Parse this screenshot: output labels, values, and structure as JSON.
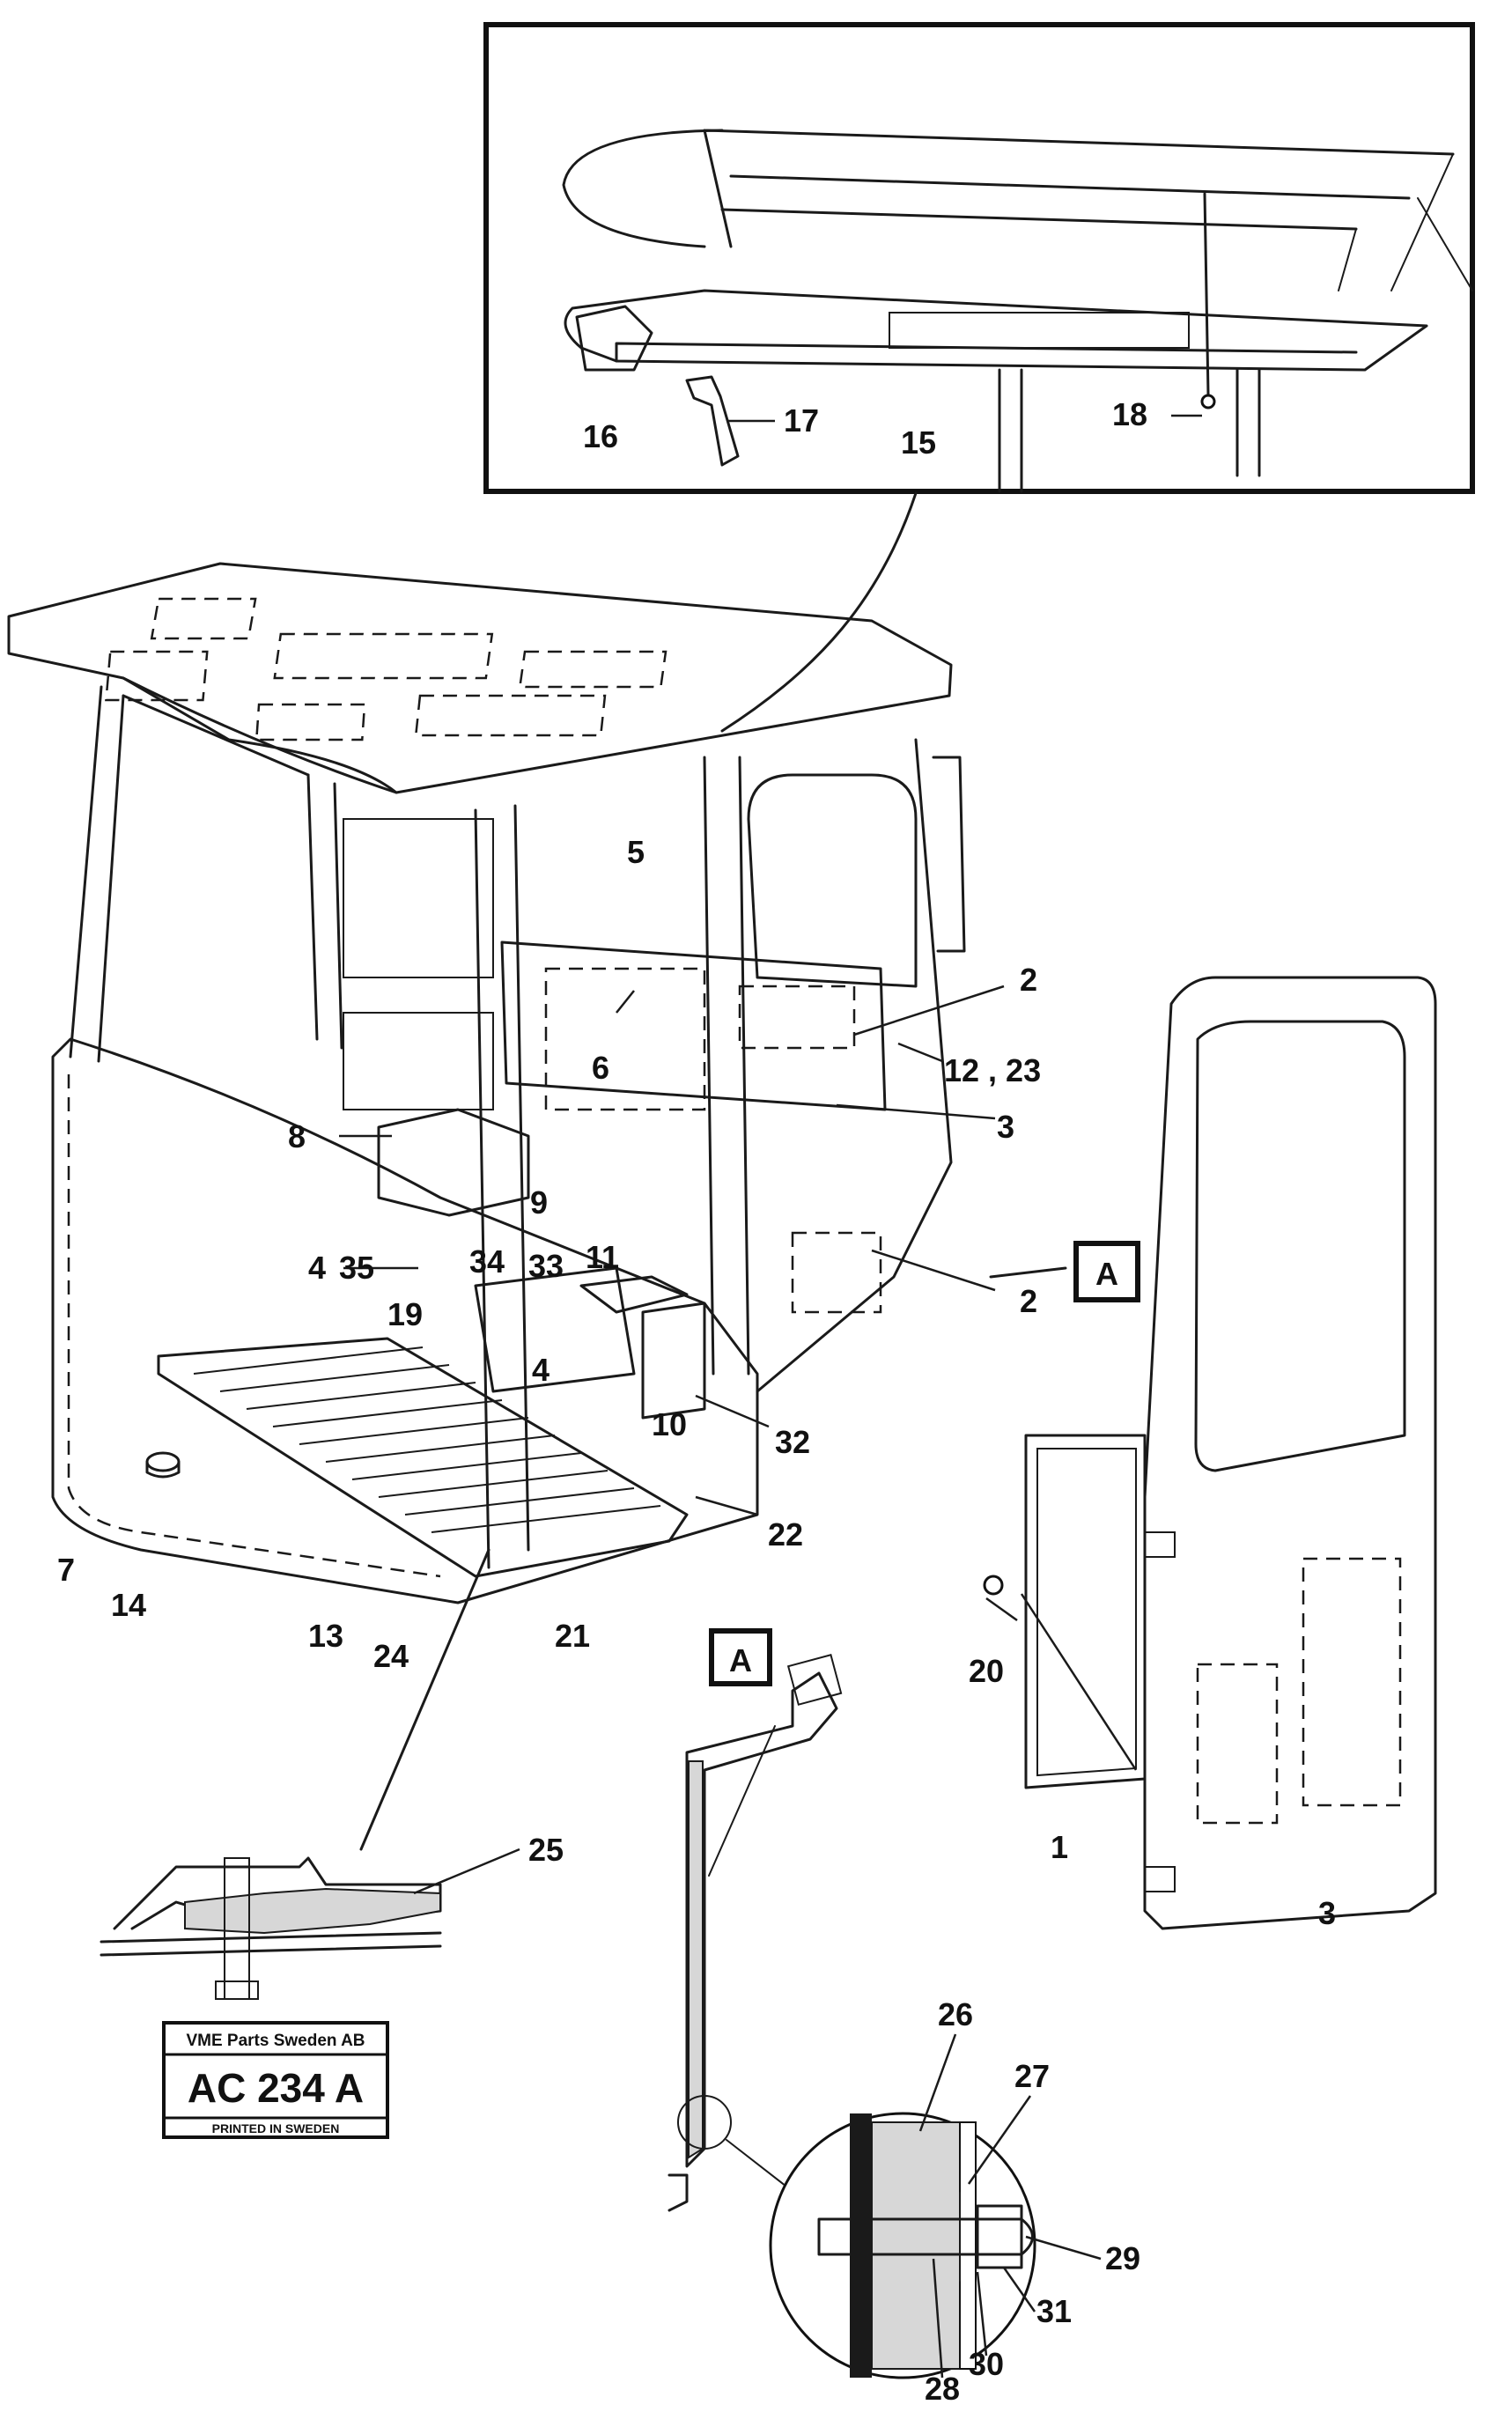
{
  "callouts": {
    "c1": "1",
    "c2a": "2",
    "c2b": "2",
    "c3a": "3",
    "c3b": "3",
    "c4a": "4",
    "c4b": "4",
    "c5": "5",
    "c6": "6",
    "c7": "7",
    "c8": "8",
    "c9": "9",
    "c10": "10",
    "c11": "11",
    "c12_23": "12 , 23",
    "c13": "13",
    "c14": "14",
    "c15": "15",
    "c16": "16",
    "c17": "17",
    "c18": "18",
    "c19": "19",
    "c20": "20",
    "c21": "21",
    "c22": "22",
    "c24": "24",
    "c25": "25",
    "c26": "26",
    "c27": "27",
    "c28": "28",
    "c29": "29",
    "c30": "30",
    "c31": "31",
    "c32": "32",
    "c33": "33",
    "c34": "34",
    "c35": "35"
  },
  "view_markers": {
    "a_door": "A",
    "a_detail": "A"
  },
  "stamp": {
    "company": "VME Parts Sweden AB",
    "code": "AC 234 A",
    "printed": "PRINTED IN SWEDEN"
  }
}
